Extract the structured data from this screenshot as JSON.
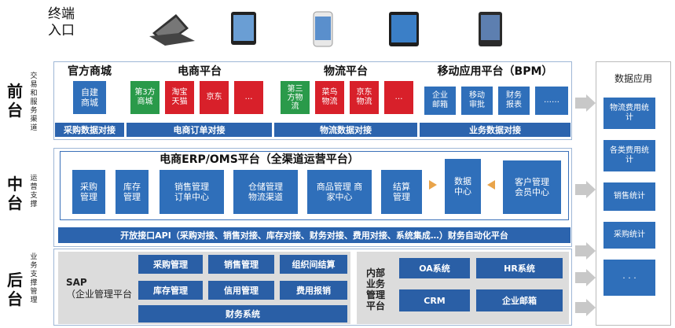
{
  "terminal": {
    "label_l1": "终端",
    "label_l2": "入口"
  },
  "front": {
    "label": "前台",
    "desc": "交易和服务渠道",
    "official": {
      "title": "官方商城",
      "item": "自建\n商城",
      "bar": "采购数据对接"
    },
    "ecommerce": {
      "title": "电商平台",
      "items": [
        "第3方\n商城",
        "淘宝\n天猫",
        "京东",
        "…"
      ],
      "bar": "电商订单对接"
    },
    "logistics": {
      "title": "物流平台",
      "items": [
        "第三\n方物\n流",
        "菜鸟\n物流",
        "京东\n物流",
        "…"
      ],
      "bar": "物流数据对接"
    },
    "mobile": {
      "title": "移动应用平台（BPM）",
      "items": [
        "企业\n邮箱",
        "移动\n审批",
        "财务\n报表",
        "……"
      ],
      "bar": "业务数据对接"
    }
  },
  "middle": {
    "label": "中台",
    "desc": "运营支撑",
    "title": "电商ERP/OMS平台（全渠道运营平台）",
    "modules": [
      "采购\n管理",
      "库存\n管理",
      "销售管理\n订单中心",
      "仓储管理\n物流渠道",
      "商品管理 商\n家中心",
      "结算\n管理",
      "数据\n中心",
      "客户管理\n会员中心"
    ],
    "api_bar": "开放接口API（采购对接、销售对接、库存对接、财务对接、费用对接、系统集成…）财务自动化平台"
  },
  "back": {
    "label": "后台",
    "desc": "业务支撑管理",
    "sap_l1": "SAP",
    "sap_l2": "（企业管理平台",
    "sap_items": [
      "采购管理",
      "销售管理",
      "组织间结算",
      "库存管理",
      "信用管理",
      "费用报销"
    ],
    "finance": "财务系统",
    "internal": "内部\n业务\n管理\n平台",
    "internal_items": [
      "OA系统",
      "HR系统",
      "CRM",
      "企业邮箱"
    ]
  },
  "data_app": {
    "title": "数据应用",
    "items": [
      "物流费用统\n计",
      "各类费用统\n计",
      "销售统计",
      "采购统计",
      "· · ·"
    ]
  }
}
